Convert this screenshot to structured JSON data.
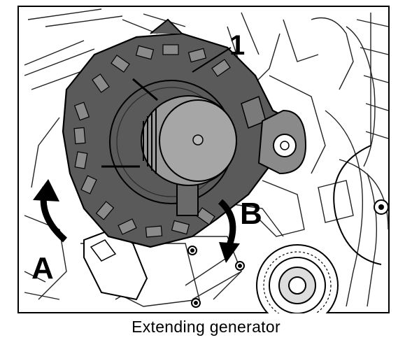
{
  "figure": {
    "callouts": {
      "part_number": "1",
      "arrow_a": "A",
      "arrow_b": "B"
    },
    "colors": {
      "line": "#000000",
      "body_fill": "#5a5a5a",
      "pulley_fill": "#9a9a9a",
      "background": "#ffffff"
    }
  },
  "caption": "Extending generator"
}
